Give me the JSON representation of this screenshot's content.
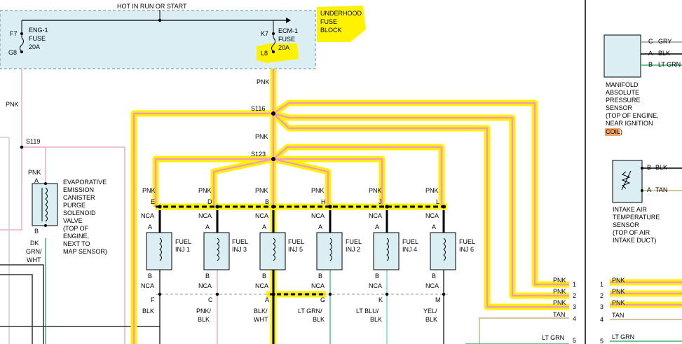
{
  "header": {
    "hot_label": "HOT IN RUN OR START"
  },
  "fuse_block": {
    "label_lines": [
      "UNDERHOOD",
      "FUSE",
      "BLOCK"
    ],
    "eng_fuse": {
      "pin_top": "F7",
      "pin_bottom": "G8",
      "lines": [
        "ENG-1",
        "FUSE",
        "20A"
      ]
    },
    "ecm_fuse": {
      "pin_top": "K7",
      "pin_bottom": "L8",
      "lines": [
        "ECM-1",
        "FUSE",
        "20A"
      ]
    }
  },
  "wires": {
    "pnk": "PNK",
    "splices": {
      "s116": "S116",
      "s123": "S123",
      "s119": "S119"
    }
  },
  "evap_valve": {
    "top_wire": "PNK",
    "pin_a": "A",
    "pin_b": "B",
    "bottom_wire": [
      "DK",
      "GRN/",
      "WHT"
    ],
    "lines": [
      "EVAPORATIVE",
      "EMISSION",
      "CANISTER",
      "PURGE",
      "SOLENOID",
      "VALVE",
      "(TOP OF",
      "ENGINE,",
      "NEXT TO",
      "MAP SENSOR)"
    ]
  },
  "injectors": [
    {
      "top_wire": "PNK",
      "top_pin": "E",
      "nca": "NCA",
      "pin_a": "A",
      "pin_b": "B",
      "label_lines": [
        "FUEL",
        "INJ 1"
      ],
      "bottom_pin": "F",
      "bottom_wire": [
        "BLK"
      ]
    },
    {
      "top_wire": "PNK",
      "top_pin": "D",
      "nca": "NCA",
      "pin_a": "A",
      "pin_b": "B",
      "label_lines": [
        "FUEL",
        "INJ 3"
      ],
      "bottom_pin": "C",
      "bottom_wire": [
        "PNK/",
        "BLK"
      ]
    },
    {
      "top_wire": "PNK",
      "top_pin": "B",
      "nca": "NCA",
      "pin_a": "A",
      "pin_b": "B",
      "label_lines": [
        "FUEL",
        "INJ 5"
      ],
      "bottom_pin": "A",
      "bottom_wire": [
        "BLK/",
        "WHT"
      ]
    },
    {
      "top_wire": "PNK",
      "top_pin": "H",
      "nca": "NCA",
      "pin_a": "A",
      "pin_b": "B",
      "label_lines": [
        "FUEL",
        "INJ 2"
      ],
      "bottom_pin": "G",
      "bottom_wire": [
        "LT GRN/",
        "BLK"
      ]
    },
    {
      "top_wire": "PNK",
      "top_pin": "J",
      "nca": "NCA",
      "pin_a": "A",
      "pin_b": "B",
      "label_lines": [
        "FUEL",
        "INJ 4"
      ],
      "bottom_pin": "K",
      "bottom_wire": [
        "LT BLU/",
        "BLK"
      ]
    },
    {
      "top_wire": "PNK",
      "top_pin": "L",
      "nca": "NCA",
      "pin_a": "A",
      "pin_b": "B",
      "label_lines": [
        "FUEL",
        "INJ 6"
      ],
      "bottom_pin": "M",
      "bottom_wire": [
        "YEL/",
        "BLK"
      ]
    }
  ],
  "connector_left": [
    {
      "wire": "PNK",
      "pin": "1"
    },
    {
      "wire": "PNK",
      "pin": "2"
    },
    {
      "wire": "PNK",
      "pin": "3"
    },
    {
      "wire": "TAN",
      "pin": "4"
    },
    {
      "wire": "LT GRN",
      "pin": "5"
    }
  ],
  "connector_right": [
    {
      "wire": "PNK",
      "pin": "1"
    },
    {
      "wire": "PNK",
      "pin": "2"
    },
    {
      "wire": "PNK",
      "pin": "3"
    },
    {
      "wire": "TAN",
      "pin": "4"
    },
    {
      "wire": "LT GRN",
      "pin": "5"
    }
  ],
  "map_sensor": {
    "wires": [
      {
        "pin": "C",
        "wire": "GRY"
      },
      {
        "pin": "A",
        "wire": "BLK"
      },
      {
        "pin": "B",
        "wire": "LT GRN"
      }
    ],
    "lines": [
      "MANIFOLD",
      "ABSOLUTE",
      "PRESSURE",
      "SENSOR",
      "(TOP OF ENGINE,",
      "NEAR IGNITION"
    ],
    "last_word": "COIL",
    "last_suffix": ")"
  },
  "iat_sensor": {
    "wires": [
      {
        "pin": "B",
        "wire": "BLK"
      },
      {
        "pin": "A",
        "wire": "TAN"
      }
    ],
    "lines": [
      "INTAKE AIR",
      "TEMPERATURE",
      "SENSOR",
      "(TOP OF AIR",
      "INTAKE DUCT)"
    ]
  },
  "colors": {
    "highlight": "#fff200",
    "pink_wire": "#f49ac1",
    "fuse_box_fill": "#dbeef4",
    "coil_orange": "#f4a460",
    "green_wire": "#3cb371",
    "cyan_wire": "#5fd3e0",
    "tan_wire": "#c8b27a"
  }
}
